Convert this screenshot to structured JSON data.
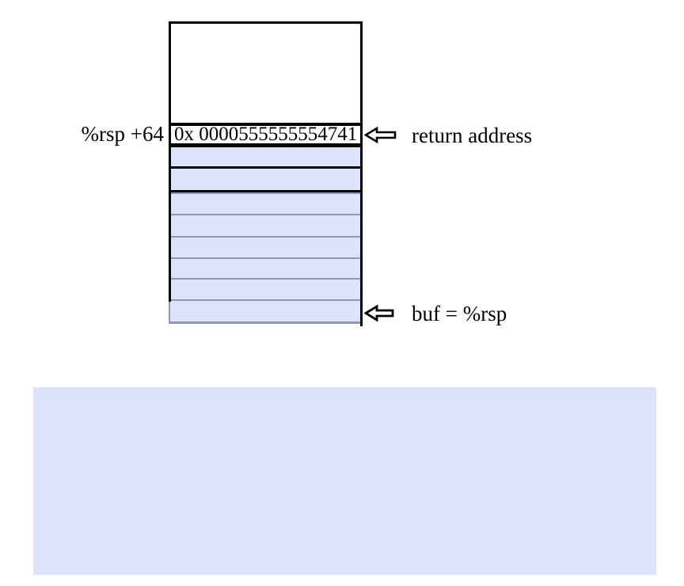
{
  "diagram": {
    "left_label": "%rsp +64",
    "return_row_value": "0x 0000555555554741",
    "annotations": [
      {
        "label": "return address"
      },
      {
        "label": "buf = %rsp"
      }
    ],
    "buffer_rows": [
      {
        "border": "black"
      },
      {
        "border": "black"
      },
      {
        "border": "slate"
      },
      {
        "border": "slate"
      },
      {
        "border": "slate"
      },
      {
        "border": "slate"
      },
      {
        "border": "slate"
      },
      {
        "border": "slate"
      }
    ],
    "colors": {
      "row_fill": "#dde3fa",
      "slate_border": "#8f99b5",
      "outline": "#000000",
      "bottom_panel_fill": "#dde3fa"
    }
  }
}
